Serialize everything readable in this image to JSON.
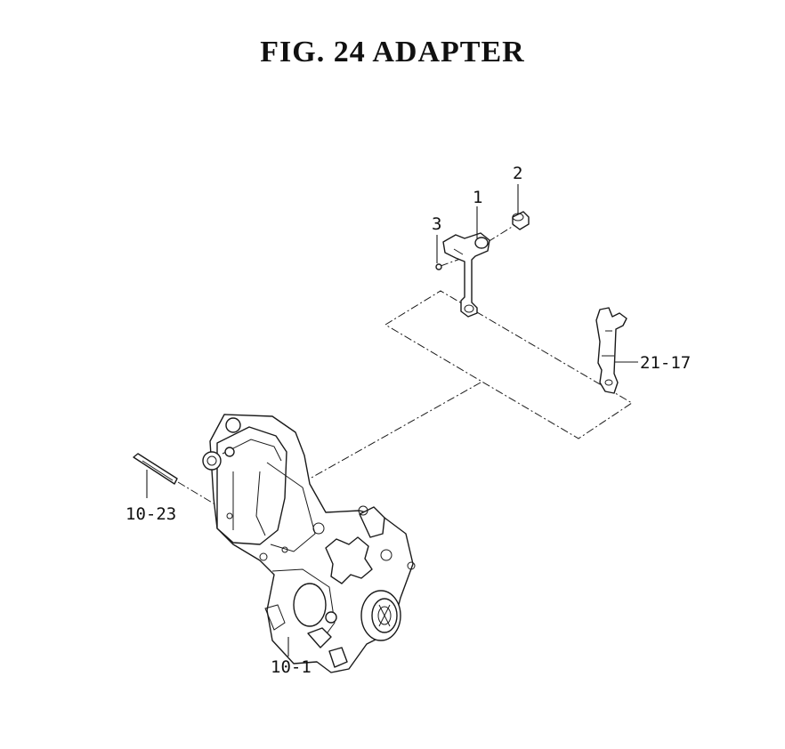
{
  "title": "FIG. 24  ADAPTER",
  "callouts": {
    "part_1": "1",
    "part_2": "2",
    "part_3": "3",
    "part_21_17": "21-17",
    "part_10_23": "10-23",
    "part_10_1": "10-1"
  }
}
